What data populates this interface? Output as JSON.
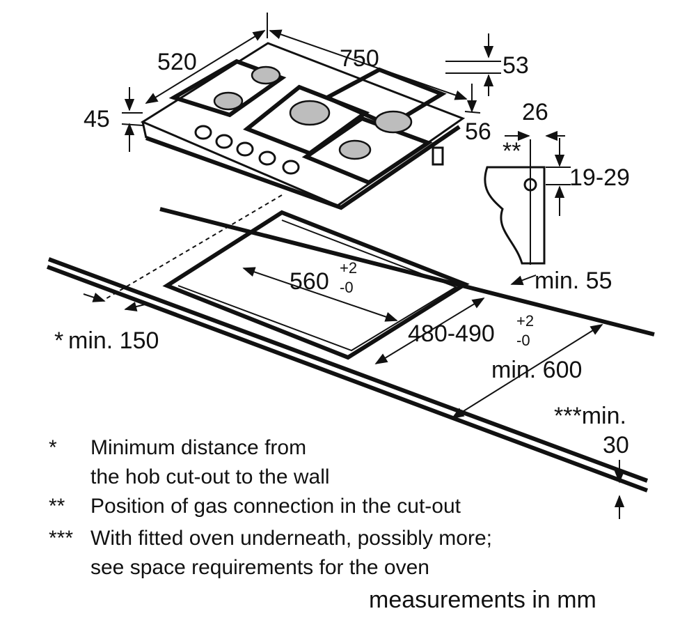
{
  "dimensions": {
    "width": "750",
    "depth": "520",
    "height": "45",
    "top_offset": "53",
    "side_offset": "56",
    "gas_horizontal": "26",
    "gas_marker": "**",
    "gas_vertical": "19-29",
    "cutout_width": "560",
    "cutout_width_tol_plus": "+2",
    "cutout_width_tol_minus": "-0",
    "cutout_depth": "480-490",
    "cutout_depth_tol_plus": "+2",
    "cutout_depth_tol_minus": "-0",
    "min_front": "min. 55",
    "min_wall_marker": "*",
    "min_wall": "min. 150",
    "min_worktop": "min. 600",
    "min_thickness_line1": "***min.",
    "min_thickness_line2": "30"
  },
  "notes": [
    {
      "marker": "*",
      "lines": [
        "Minimum distance from",
        "the hob cut-out to the wall"
      ]
    },
    {
      "marker": "**",
      "lines": [
        "Position of gas connection in the cut-out"
      ]
    },
    {
      "marker": "***",
      "lines": [
        "With fitted oven underneath, possibly more;",
        "see space requirements for the oven"
      ]
    }
  ],
  "units_note": "measurements in mm",
  "icons": [
    "arrow-icon",
    "gas-connection-icon",
    "burner-icon",
    "control-knob-icon"
  ]
}
